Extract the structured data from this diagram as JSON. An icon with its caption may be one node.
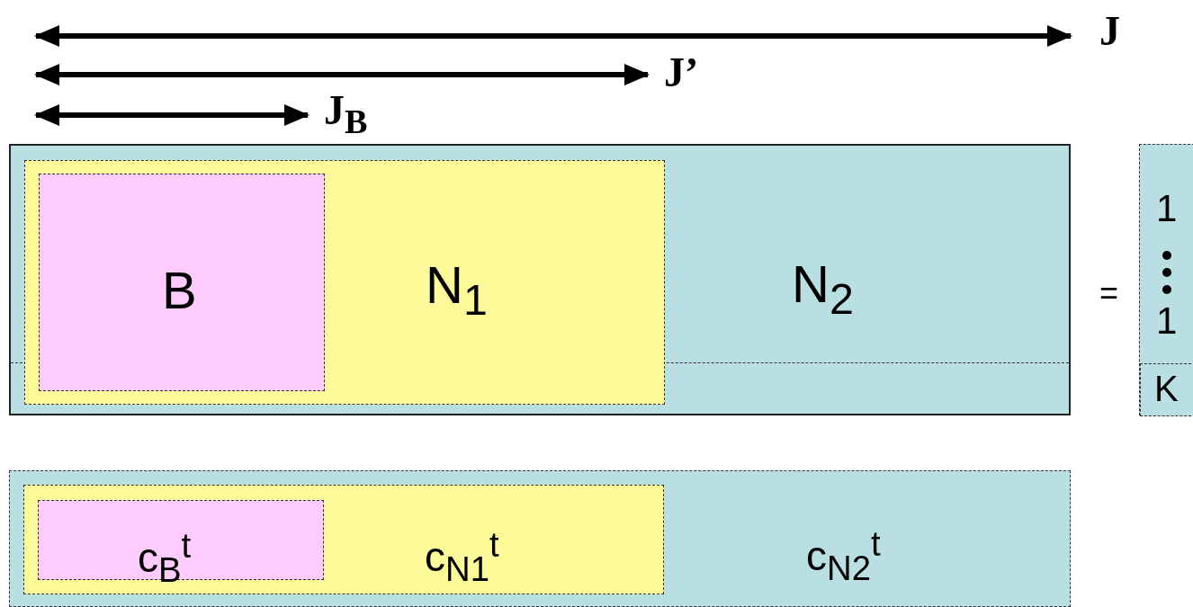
{
  "diagram": {
    "nodes": [
      {
        "text": [
          "N$_{2}$"
        ]
      },
      {
        "text": [
          "N$_{1}$"
        ],
        "in": 0
      },
      {
        "text": [
          "B"
        ],
        "in": 1
      },
      {
        "text": [
          "1",
          "1"
        ]
      },
      {
        "text": [
          "K"
        ],
        "in": 3
      },
      {
        "text": [
          "c$_{N2}$$^{t}$"
        ]
      },
      {
        "text": [
          "c$_{N1}$$^{t}$"
        ],
        "in": 5
      },
      {
        "text": [
          "c$_{B}$$^{t}$"
        ],
        "in": 6
      }
    ],
    "edges": [],
    "labels": [
      "J",
      "J’",
      "J$_{B}$",
      "="
    ]
  }
}
